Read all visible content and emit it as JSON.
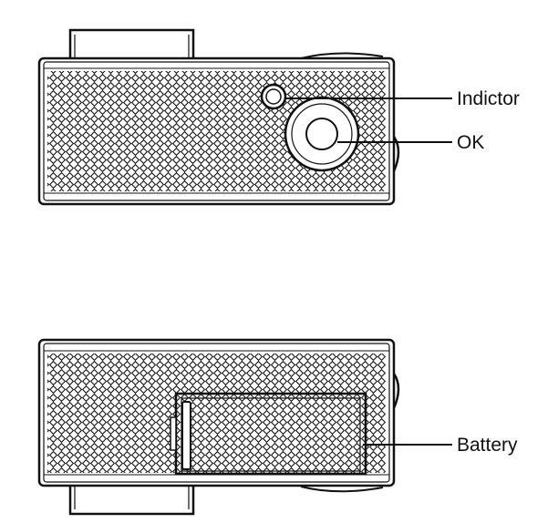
{
  "labels": {
    "indicator": "Indictor",
    "ok": "OK",
    "battery": "Battery"
  },
  "colors": {
    "line": "#111111",
    "background": "#ffffff"
  }
}
